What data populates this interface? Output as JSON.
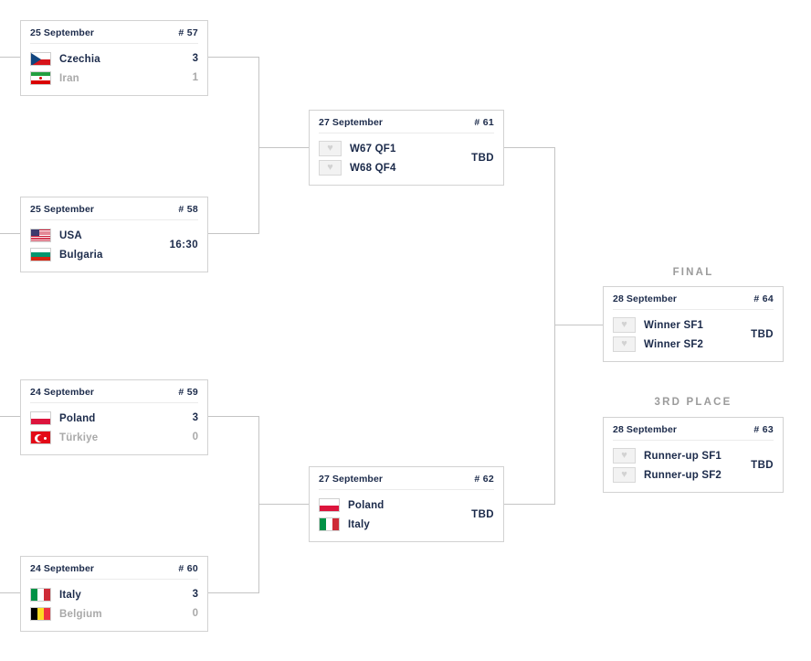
{
  "stages": {
    "final_label": "FINAL",
    "third_label": "3RD PLACE"
  },
  "matches": [
    {
      "id": "m57",
      "date": "25 September",
      "number": "# 57",
      "result_type": "scores",
      "teams": [
        {
          "name": "Czechia",
          "flag": "cz",
          "score": "3",
          "loser": false
        },
        {
          "name": "Iran",
          "flag": "ir",
          "score": "1",
          "loser": true
        }
      ],
      "value": ""
    },
    {
      "id": "m58",
      "date": "25 September",
      "number": "# 58",
      "result_type": "single",
      "teams": [
        {
          "name": "USA",
          "flag": "us",
          "score": "",
          "loser": false
        },
        {
          "name": "Bulgaria",
          "flag": "bg",
          "score": "",
          "loser": false
        }
      ],
      "value": "16:30"
    },
    {
      "id": "m59",
      "date": "24 September",
      "number": "# 59",
      "result_type": "scores",
      "teams": [
        {
          "name": "Poland",
          "flag": "pl",
          "score": "3",
          "loser": false
        },
        {
          "name": "Türkiye",
          "flag": "tr",
          "score": "0",
          "loser": true
        }
      ],
      "value": ""
    },
    {
      "id": "m60",
      "date": "24 September",
      "number": "# 60",
      "result_type": "scores",
      "teams": [
        {
          "name": "Italy",
          "flag": "it",
          "score": "3",
          "loser": false
        },
        {
          "name": "Belgium",
          "flag": "be",
          "score": "0",
          "loser": true
        }
      ],
      "value": ""
    },
    {
      "id": "m61",
      "date": "27 September",
      "number": "# 61",
      "result_type": "single",
      "teams": [
        {
          "name": "W67 QF1",
          "flag": "placeholder",
          "score": "",
          "loser": false
        },
        {
          "name": "W68 QF4",
          "flag": "placeholder",
          "score": "",
          "loser": false
        }
      ],
      "value": "TBD"
    },
    {
      "id": "m62",
      "date": "27 September",
      "number": "# 62",
      "result_type": "single",
      "teams": [
        {
          "name": "Poland",
          "flag": "pl",
          "score": "",
          "loser": false
        },
        {
          "name": "Italy",
          "flag": "it",
          "score": "",
          "loser": false
        }
      ],
      "value": "TBD"
    },
    {
      "id": "m64",
      "date": "28 September",
      "number": "# 64",
      "result_type": "single",
      "teams": [
        {
          "name": "Winner SF1",
          "flag": "placeholder",
          "score": "",
          "loser": false
        },
        {
          "name": "Winner SF2",
          "flag": "placeholder",
          "score": "",
          "loser": false
        }
      ],
      "value": "TBD"
    },
    {
      "id": "m63",
      "date": "28 September",
      "number": "# 63",
      "result_type": "single",
      "teams": [
        {
          "name": "Runner-up SF1",
          "flag": "placeholder",
          "score": "",
          "loser": false
        },
        {
          "name": "Runner-up SF2",
          "flag": "placeholder",
          "score": "",
          "loser": false
        }
      ],
      "value": "TBD"
    }
  ],
  "colors": {
    "text_dark": "#1b2a4a",
    "text_muted": "#a9a9a9",
    "stage_label": "#9b9b9b",
    "line": "#c4c4c4",
    "box_border": "#d2d2d2"
  },
  "placeholder_icon": "shield-icon"
}
